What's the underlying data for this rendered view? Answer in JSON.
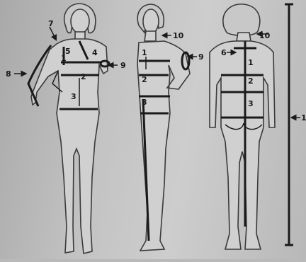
{
  "figures": {
    "front": {
      "labels": [
        "7",
        "5",
        "1",
        "4",
        "9",
        "2",
        "8",
        "3"
      ]
    },
    "side": {
      "labels": [
        "10",
        "1",
        "9",
        "2",
        "3"
      ]
    },
    "back": {
      "labels": [
        "10",
        "6",
        "1",
        "2",
        "3"
      ]
    }
  },
  "height_scale": {
    "label": "1"
  }
}
